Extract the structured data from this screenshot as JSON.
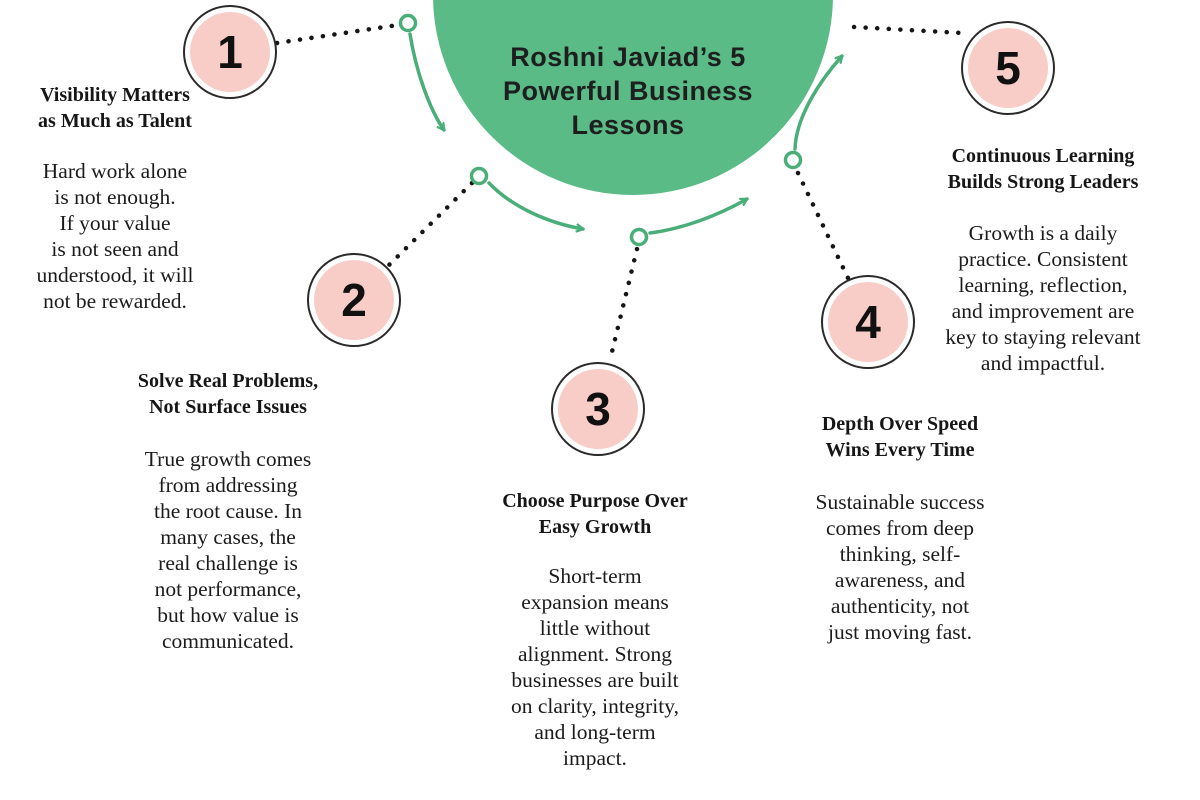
{
  "title": "Roshni Javiad’s 5\nPowerful Business\nLessons",
  "colors": {
    "hub_green": "#5abb87",
    "arrow_green": "#49ae78",
    "badge_pink": "#f8cdc7",
    "badge_outline": "#2a2a2a",
    "dot_black": "#151515",
    "text_black": "#1b1b1b",
    "background": "#ffffff"
  },
  "lessons": [
    {
      "number": "1",
      "heading": "Visibility Matters\nas Much as Talent",
      "body": "Hard work alone\nis not enough.\nIf your value\nis not seen and\nunderstood, it will\nnot be rewarded."
    },
    {
      "number": "2",
      "heading": "Solve Real Problems,\nNot Surface Issues",
      "body": "True growth comes\nfrom addressing\nthe root cause. In\nmany cases, the\nreal challenge is\nnot performance,\nbut how value is\ncommunicated."
    },
    {
      "number": "3",
      "heading": "Choose Purpose Over\nEasy Growth",
      "body": "Short-term\nexpansion means\nlittle without\nalignment. Strong\nbusinesses are built\non clarity, integrity,\nand long-term\nimpact."
    },
    {
      "number": "4",
      "heading": "Depth Over Speed\nWins Every Time",
      "body": "Sustainable success\ncomes from deep\nthinking, self-\nawareness, and\nauthenticity, not\njust moving fast."
    },
    {
      "number": "5",
      "heading": "Continuous Learning\nBuilds Strong Leaders",
      "body": "Growth is a daily\npractice. Consistent\nlearning, reflection,\nand improvement are\nkey to staying relevant\nand impactful."
    }
  ]
}
